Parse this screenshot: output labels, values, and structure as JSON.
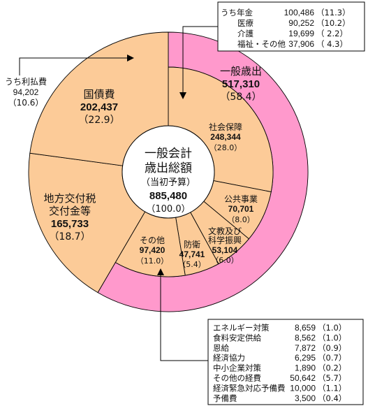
{
  "chart_data": {
    "type": "pie",
    "total": 885480,
    "center": {
      "line1": "一般会計",
      "line2": "歳出総額",
      "note": "（当初予算）",
      "value_text": "885,480",
      "percent_text": "（100.0）"
    },
    "slices": [
      {
        "label_lines": [
          "一般歳出"
        ],
        "value": 517310,
        "value_text": "517,310",
        "percent_text": "（58.4）",
        "color": "#FF99CC",
        "breakdown": [
          {
            "label_lines": [
              "社会保障"
            ],
            "value": 248344,
            "value_text": "248,344",
            "percent_text": "（28.0）",
            "color": "#FCCB98"
          },
          {
            "label_lines": [
              "公共事業"
            ],
            "value": 70701,
            "value_text": "70,701",
            "percent_text": "（8.0）",
            "color": "#FCCB98"
          },
          {
            "label_lines": [
              "文教及び",
              "科学振興"
            ],
            "value": 53104,
            "value_text": "53,104",
            "percent_text": "（6.0）",
            "color": "#FCCB98"
          },
          {
            "label_lines": [
              "防衛"
            ],
            "value": 47741,
            "value_text": "47,741",
            "percent_text": "（5.4）",
            "color": "#FCCB98"
          },
          {
            "label_lines": [
              "その他"
            ],
            "value": 97420,
            "value_text": "97,420",
            "percent_text": "（11.0）",
            "color": "#FCCB98"
          }
        ]
      },
      {
        "label_lines": [
          "地方交付税",
          "交付金等"
        ],
        "value": 165733,
        "value_text": "165,733",
        "percent_text": "（18.7）",
        "color": "#FCCB98"
      },
      {
        "label_lines": [
          "国債費"
        ],
        "value": 202437,
        "value_text": "202,437",
        "percent_text": "（22.9）",
        "color": "#FCCB98"
      }
    ]
  },
  "annotations": {
    "social_security_detail": {
      "rows": [
        {
          "label": "うち年金",
          "value": "100,486",
          "percent": "（11.3）"
        },
        {
          "label": "医療",
          "value": "90,252",
          "percent": "（10.2）"
        },
        {
          "label": "介護",
          "value": "19,699",
          "percent": "（ 2.2）"
        },
        {
          "label": "福祉・その他",
          "value": "37,906",
          "percent": "（ 4.3）"
        }
      ]
    },
    "debt_service_detail": {
      "label": "うち利払費",
      "value": "94,202",
      "percent": "（10.6）"
    },
    "other_detail": {
      "rows": [
        {
          "label": "エネルギー対策",
          "value": "8,659",
          "percent": "（1.0）"
        },
        {
          "label": "食料安定供給",
          "value": "8,562",
          "percent": "（1.0）"
        },
        {
          "label": "恩給",
          "value": "7,872",
          "percent": "（0.9）"
        },
        {
          "label": "経済協力",
          "value": "6,295",
          "percent": "（0.7）"
        },
        {
          "label": "中小企業対策",
          "value": "1,890",
          "percent": "（0.2）"
        },
        {
          "label": "その他の経費",
          "value": "50,642",
          "percent": "（5.7）"
        },
        {
          "label": "経済緊急対応予備費",
          "value": "10,000",
          "percent": "（1.1）"
        },
        {
          "label": "予備費",
          "value": "3,500",
          "percent": "（0.4）"
        }
      ]
    }
  }
}
